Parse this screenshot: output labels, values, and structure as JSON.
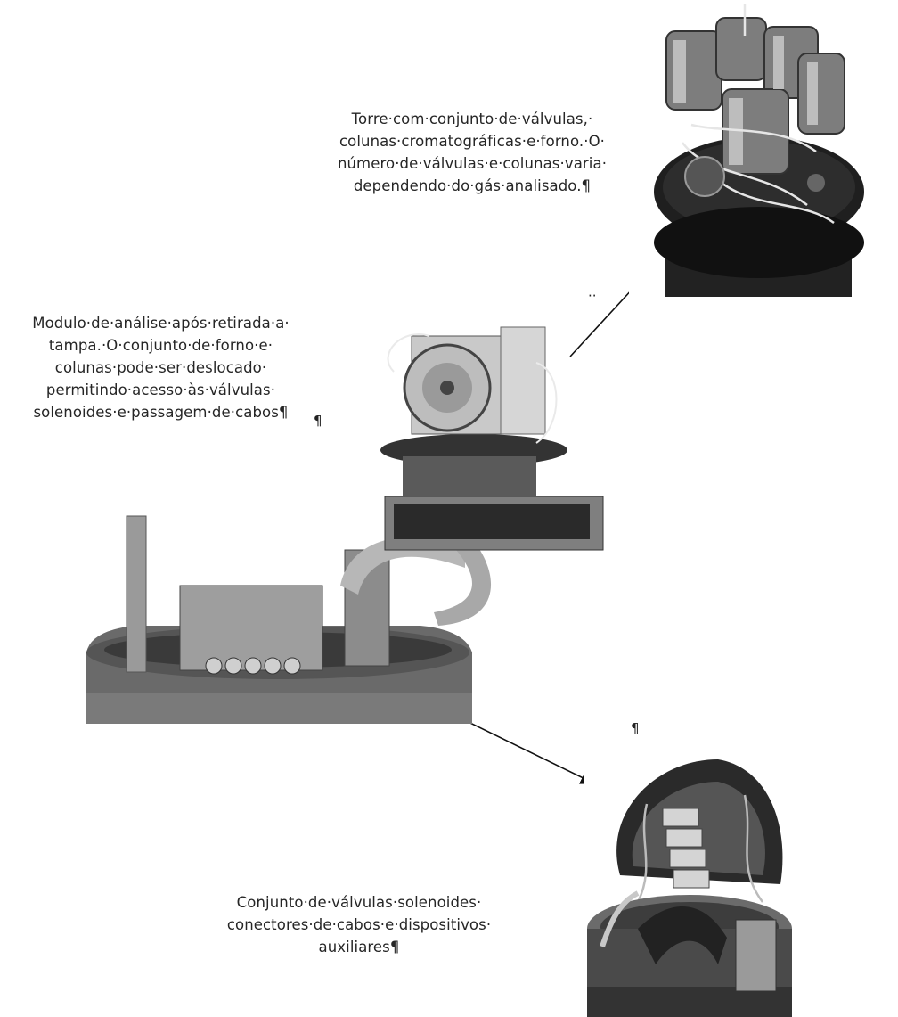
{
  "captions": {
    "tower": [
      "Torre·com·conjunto·de·válvulas,·",
      "colunas·cromatográficas·e·forno.·O·",
      "número·de·válvulas·e·colunas·varia·",
      "dependendo·do·gás·analisado.¶"
    ],
    "module": [
      "Modulo·de·análise·após·retirada·a·",
      "tampa.·O·conjunto·de·forno·e·",
      "colunas·pode·ser·deslocado·",
      "permitindo·acesso·às·válvulas·",
      "solenoides·e·passagem·de·cabos¶"
    ],
    "solenoid": [
      "Conjunto·de·válvulas·solenoides·",
      "conectores·de·cabos·e·dispositivos·",
      "auxiliares¶"
    ]
  },
  "marks": {
    "pilcrow": "¶",
    "dots": "··"
  },
  "photos": {
    "tower": "valve-tower-photo",
    "module": "analysis-module-photo",
    "solenoid": "solenoid-valves-photo"
  },
  "colors": {
    "text": "#262626",
    "arrow": "#111111",
    "photo_dark": "#1a1a1a",
    "photo_mid": "#8a8a8a",
    "photo_light": "#d8d8d8"
  }
}
